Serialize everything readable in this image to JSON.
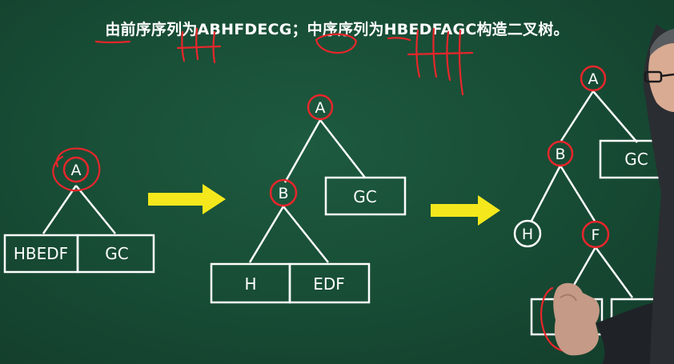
{
  "title": "由前序序列为ABHFDECG；中序序列为HBEDFAGC构造二叉树。",
  "step1": {
    "root": "A",
    "left_box": "HBEDF",
    "right_box": "GC"
  },
  "step2": {
    "root": "A",
    "child": "B",
    "right_box": "GC",
    "left_box": "H",
    "right_sub_box": "EDF"
  },
  "step3": {
    "root": "A",
    "b_node": "B",
    "right_box": "GC",
    "h_node": "H",
    "f_node": "F"
  },
  "colors": {
    "board": "#174b34",
    "chalk": "#ffffff",
    "ink_red": "#e8262b",
    "arrow_yellow": "#f4e81c"
  }
}
